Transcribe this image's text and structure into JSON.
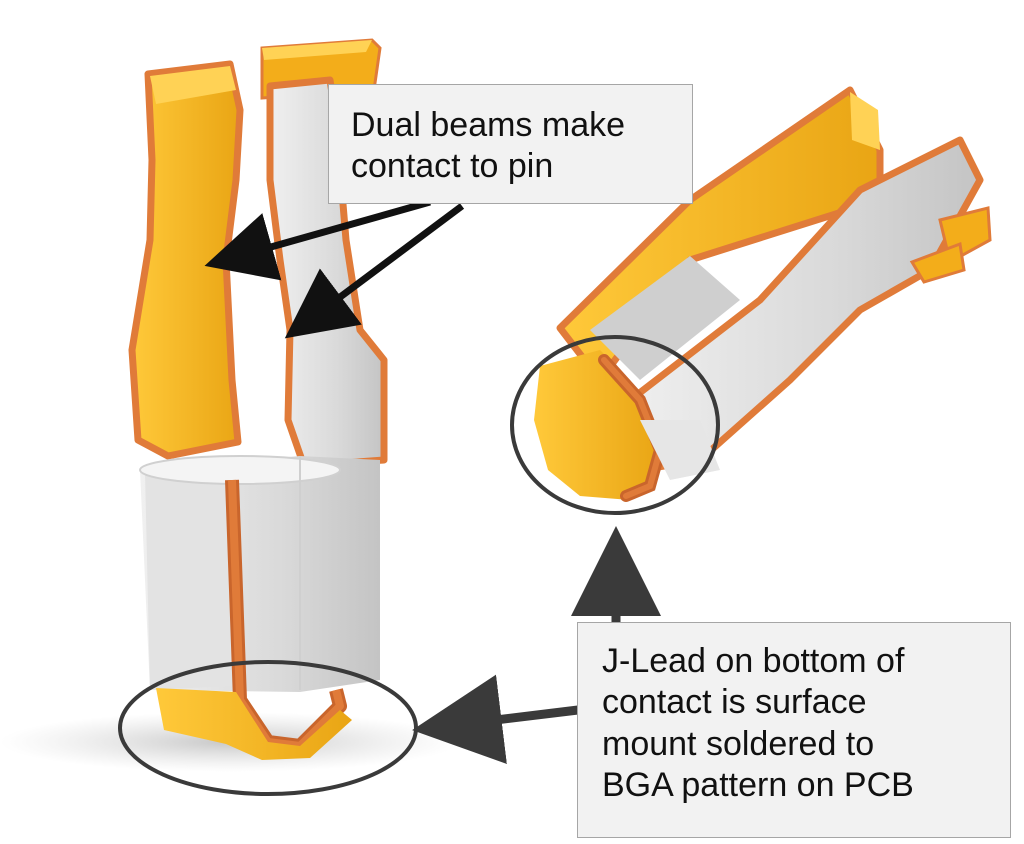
{
  "callouts": {
    "beams": {
      "lines": [
        "Dual beams make",
        "contact to pin"
      ]
    },
    "jlead": {
      "lines": [
        "J-Lead on bottom of",
        "contact is surface",
        "mount soldered to",
        "BGA pattern on PCB"
      ]
    }
  },
  "colors": {
    "gold_face": "#f2b01e",
    "gold_light": "#ffc93a",
    "copper_edge": "#e07b39",
    "silver_face": "#d4d4d4",
    "silver_light": "#ebebeb",
    "arrow": "#111111",
    "ellipse": "#3a3a3a",
    "callout_bg": "#f2f2f2",
    "callout_border": "#a6a6a6"
  }
}
